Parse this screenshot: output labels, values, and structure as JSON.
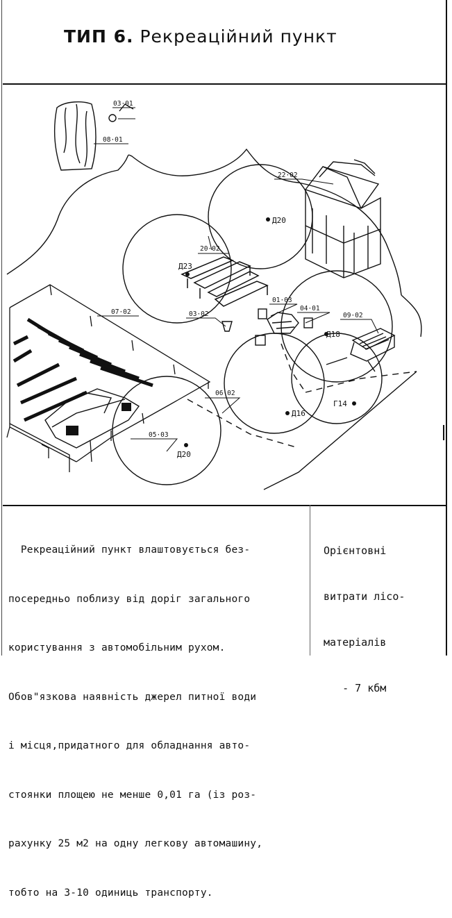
{
  "header": {
    "type_label": "ТИП 6.",
    "title": "Рекреаційний пункт"
  },
  "drawing": {
    "labels": {
      "l_03_01": "03·01",
      "l_08_01": "08·01",
      "l_22_02": "22·02",
      "l_20_02": "20·02",
      "l_07_02": "07·02",
      "l_03_02": "03·02",
      "l_01_03": "01·03",
      "l_04_01": "04·01",
      "l_09_02": "09·02",
      "l_06_02": "06·02",
      "l_05_03": "05·03"
    },
    "trees": {
      "t_d20_top": "Д20",
      "t_d23": "Д23",
      "t_d18": "Д18",
      "t_d16": "Д16",
      "t_g14": "Г14",
      "t_d20_bottom": "Д20"
    }
  },
  "description": {
    "lines": [
      "  Рекреаційний пункт влаштовується без-",
      "посередньо поблизу від доріг загального",
      "користування з автомобільним рухом.",
      "Обов\"язкова наявність джерел питної води",
      "і місця,придатного для обладнання авто-",
      "стоянки площею не менше 0,01 га (із роз-",
      "рахунку 25 м2 на одну легкову автомашину,",
      "тобто на 3-10 одиниць транспорту."
    ]
  },
  "costs": {
    "lines": [
      "Орієнтовні",
      "витрати лісо-",
      "матеріалів",
      "   - 7 кбм"
    ]
  }
}
